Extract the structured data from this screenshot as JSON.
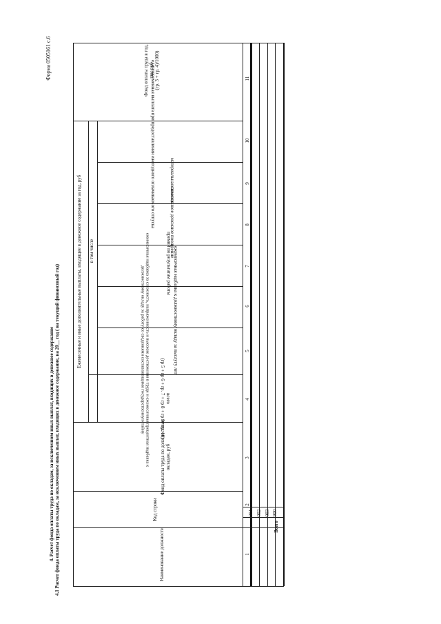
{
  "form_id": "Форма 0505161 с.6",
  "title_line1": "4. Расчет фонда оплаты труда по окладам, за исключением иных выплат, входящих в денежное содержание",
  "title_line2": "4.1 Расчет фонда оплаты труда по окладам, за исключением иных выплат, входящих в денежное содержание, на 20__ год ( на текущий финансовый год)",
  "headers": {
    "position_name": "Наименование должности",
    "row_code": "Код строки",
    "salary_fund": "Фонд оплаты труда по должностным окладам, руб",
    "monthly_payments": "Ежемесячные и иные дополнительные выплаты, входящие в денежное содержание за год, руб",
    "total": "всего",
    "total_formula": "(гр 5 + гр 6 + гр. 7 + гр 8 + гр 9+ гр. 10)",
    "including": "в том числе",
    "col5": "ежемесячная надбавка за сложность, напряженность и высокие достижения в труде и ежемесячная процентная надбавка к должностному окладу за работу со сведениями составляющими государственную тайну",
    "col6": "ежемесячная надбавка к должностному окладу за выслугу лет",
    "col7": "премии по результатам работы",
    "col8": "ежемесячное денежное поощрение",
    "col9": "материальная помощь",
    "col10": "единовременная выплата при предоставлении ежегодного оплачиваемого отпуска",
    "col11_line1": "Фонд оплаты труда в год,",
    "col11_line2": "тыс руб",
    "col11_line3": "(гр. 3 + гр. 4)/1000)"
  },
  "column_numbers": [
    "1",
    "2",
    "3",
    "4",
    "5",
    "6",
    "7",
    "8",
    "9",
    "10",
    "11"
  ],
  "rows": [
    {
      "code": "001"
    },
    {
      "code": "002"
    },
    {
      "code": "003"
    },
    {
      "code": "900",
      "label": "Всего"
    }
  ]
}
